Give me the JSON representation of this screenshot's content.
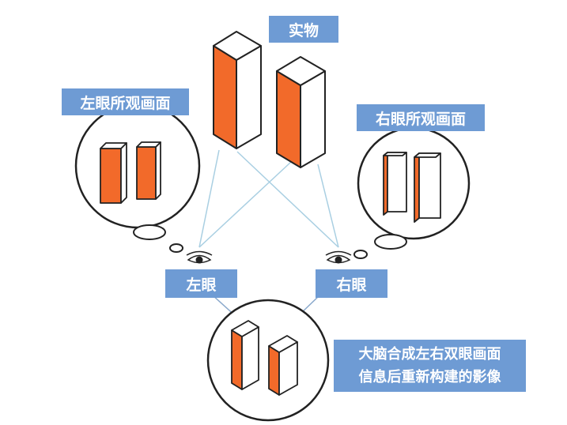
{
  "labels": {
    "object": "实物",
    "left_view": "左眼所观画面",
    "right_view": "右眼所观画面",
    "left_eye": "左眼",
    "right_eye": "右眼",
    "brain_line1": "大脑合成左右双眼画面",
    "brain_line2": "信息后重新构建的影像"
  },
  "colors": {
    "label_bg": "#6e9bd4",
    "label_text": "#ffffff",
    "orange": "#f26a2a",
    "outline": "#222222",
    "sight_line": "#a9cfe2"
  },
  "icons": [
    "eye-icon"
  ]
}
